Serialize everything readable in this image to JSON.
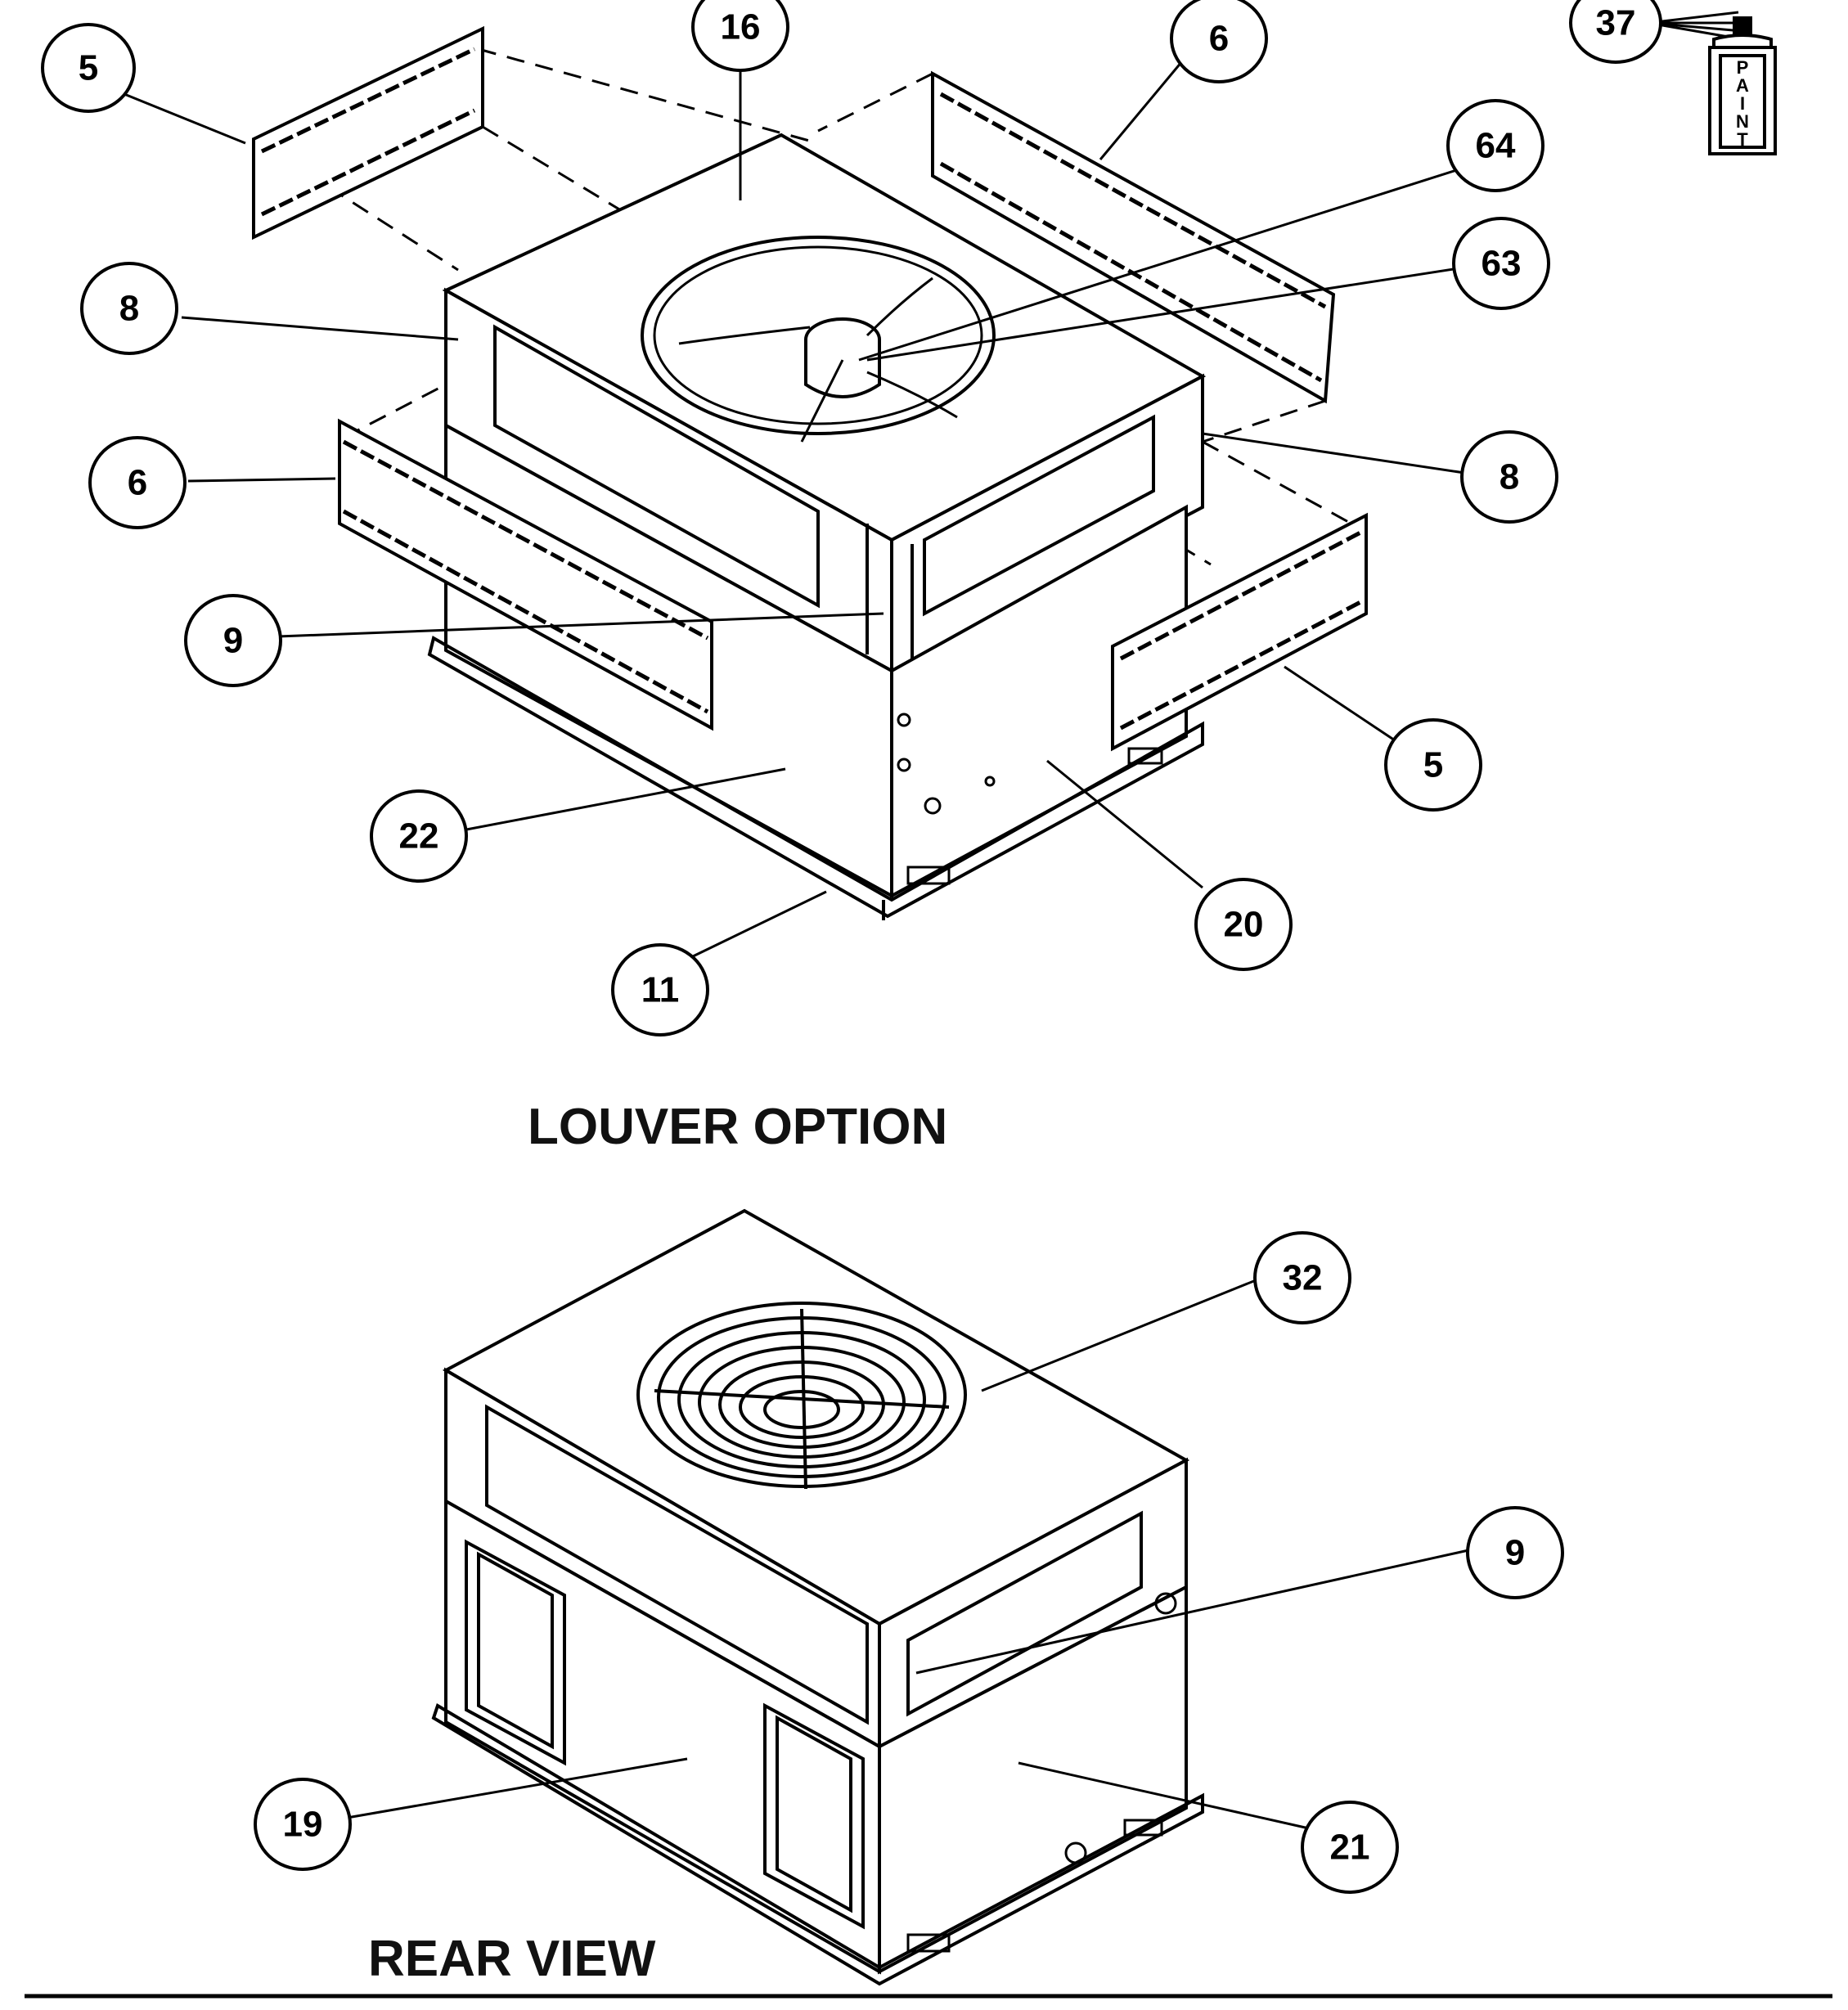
{
  "titles": {
    "louver_option": "LOUVER OPTION",
    "rear_view": "REAR VIEW"
  },
  "paint_can": {
    "letters": [
      "P",
      "A",
      "I",
      "N",
      "T"
    ]
  },
  "callouts": {
    "c5_top_left": "5",
    "c16": "16",
    "c6_top_right": "6",
    "c37": "37",
    "c64": "64",
    "c63": "63",
    "c8_left": "8",
    "c6_left": "6",
    "c8_right": "8",
    "c9_top": "9",
    "c5_right": "5",
    "c22": "22",
    "c20": "20",
    "c11": "11",
    "c32": "32",
    "c9_bottom": "9",
    "c19": "19",
    "c21": "21"
  },
  "colors": {
    "line": "#000000",
    "panel_fill": "#ffffff",
    "background": "#ffffff"
  }
}
